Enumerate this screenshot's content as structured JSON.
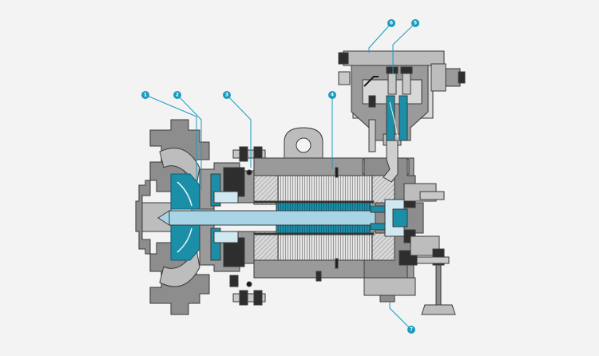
{
  "callouts": [
    {
      "label": "1"
    },
    {
      "label": "2"
    },
    {
      "label": "3"
    },
    {
      "label": "4"
    },
    {
      "label": "5"
    },
    {
      "label": "6"
    },
    {
      "label": "7"
    }
  ],
  "colors": {
    "background": "#f3f3f3",
    "casing_gray": "#8d8d8d",
    "casing_light": "#bdbdbd",
    "rotor_teal": "#1b8ea8",
    "shaft_blue": "#a8d4e6",
    "dark_parts": "#2e2e2e",
    "outline": "#3a3a3a",
    "callout_fill": "#1a9bbd"
  }
}
